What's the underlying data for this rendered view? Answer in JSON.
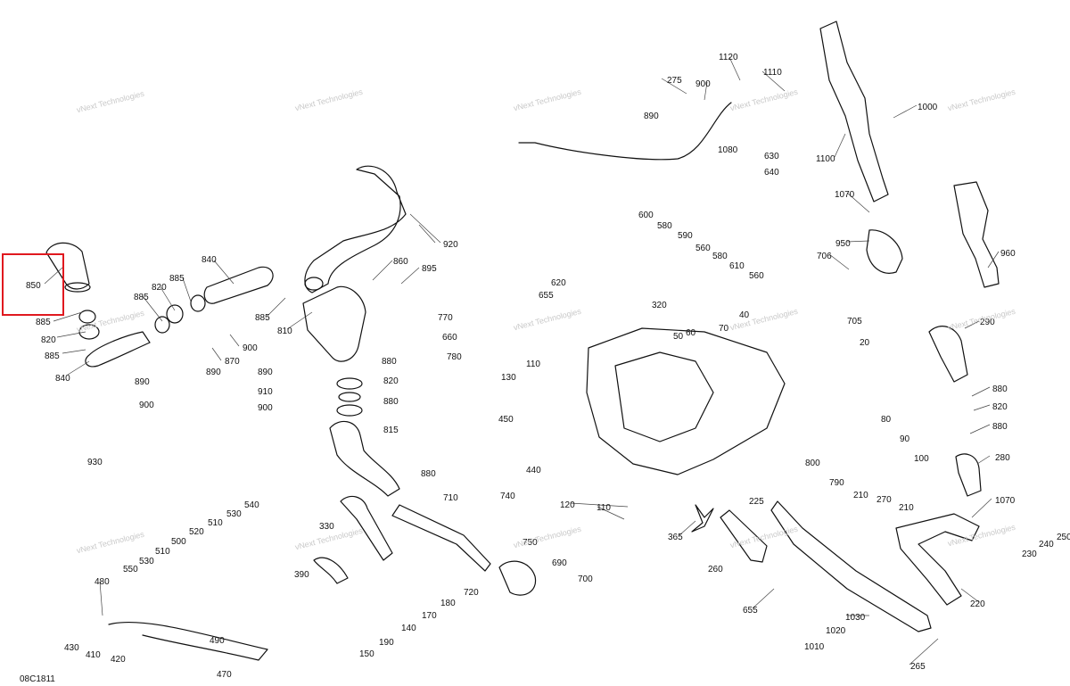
{
  "diagram": {
    "title": "",
    "code": "08C1811",
    "highlighted_part": "850",
    "highlight_color": "#e0191f",
    "watermark_lines": [
      "vNext",
      "Technologies"
    ],
    "callouts": [
      "850",
      "885",
      "820",
      "885",
      "840",
      "885",
      "820",
      "885",
      "840",
      "920",
      "860",
      "895",
      "885",
      "810",
      "900",
      "870",
      "890",
      "890",
      "910",
      "900",
      "890",
      "900",
      "930",
      "880",
      "820",
      "880",
      "815",
      "880",
      "710",
      "330",
      "390",
      "720",
      "740",
      "750",
      "690",
      "700",
      "770",
      "660",
      "780",
      "620",
      "655",
      "320",
      "130",
      "110",
      "450",
      "440",
      "275",
      "900",
      "1120",
      "1110",
      "890",
      "1080",
      "630",
      "640",
      "600",
      "580",
      "590",
      "560",
      "580",
      "610",
      "560",
      "1000",
      "1100",
      "1070",
      "950",
      "706",
      "960",
      "705",
      "40",
      "50",
      "60",
      "70",
      "20",
      "80",
      "90",
      "100",
      "290",
      "880",
      "820",
      "880",
      "280",
      "1070",
      "800",
      "790",
      "225",
      "210",
      "270",
      "210",
      "220",
      "240",
      "250",
      "230",
      "260",
      "365",
      "655",
      "110",
      "120",
      "1030",
      "1020",
      "1010",
      "265",
      "480",
      "550",
      "530",
      "510",
      "500",
      "520",
      "510",
      "530",
      "540",
      "490",
      "470",
      "430",
      "410",
      "420",
      "150",
      "190",
      "140",
      "170",
      "180"
    ]
  }
}
